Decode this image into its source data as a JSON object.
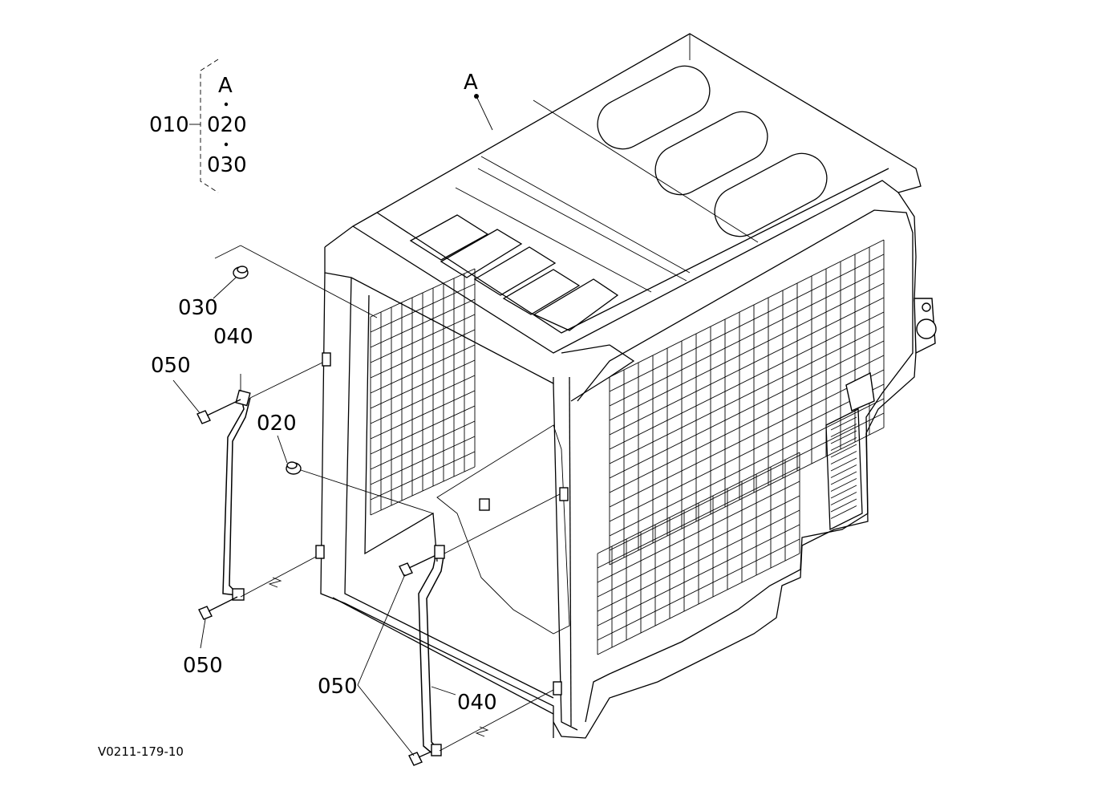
{
  "labels": {
    "group_parent": "010",
    "group_child_a": "A",
    "group_child_020": "020",
    "group_child_030": "030",
    "callout_a": "A",
    "p030": "030",
    "p040_upper": "040",
    "p050_upper": "050",
    "p020": "020",
    "p050_lower_left": "050",
    "p050_lower_mid": "050",
    "p040_lower": "040"
  },
  "drawing_code": "V0211-179-10"
}
